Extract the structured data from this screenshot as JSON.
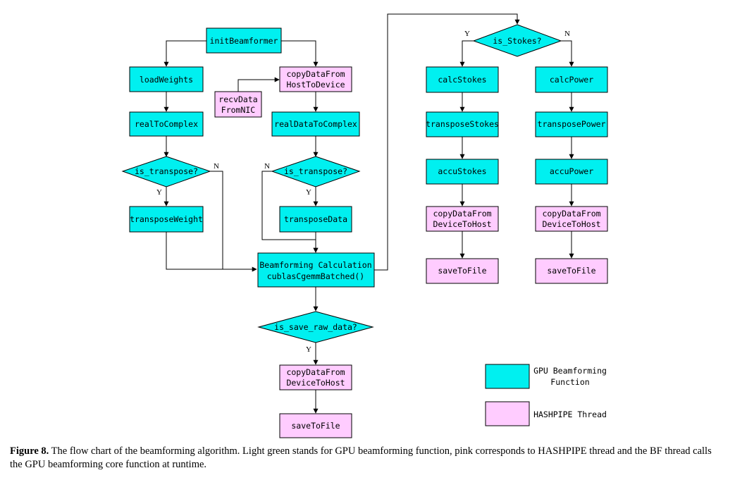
{
  "colors": {
    "gpu": "#00F0F0",
    "thread": "#FFCCFF",
    "stroke": "#000000"
  },
  "nodes": {
    "init_beamformer": "initBeamformer",
    "load_weights": "loadWeights",
    "copy_data_from_host_1": "copyDataFrom",
    "copy_data_from_host_2": "HostToDevice",
    "recv_data_1": "recvData",
    "recv_data_2": "FromNIC",
    "real_to_complex": "realToComplex",
    "real_data_to_complex": "realDataToComplex",
    "is_transpose_left": "is_transpose?",
    "is_transpose_right": "is_transpose?",
    "transpose_weight": "transposeWeight",
    "transpose_data": "transposeData",
    "beamforming_1": "Beamforming Calculation",
    "beamforming_2": "cublasCgemmBatched()",
    "is_save_raw_data": "is_save_raw_data?",
    "copy_to_host_raw_1": "copyDataFrom",
    "copy_to_host_raw_2": "DeviceToHost",
    "save_raw": "saveToFile",
    "is_stokes": "is_Stokes?",
    "calc_stokes": "calcStokes",
    "calc_power": "calcPower",
    "transpose_stokes": "transposeStokes",
    "transpose_power": "transposePower",
    "accu_stokes": "accuStokes",
    "accu_power": "accuPower",
    "copy_stokes_1": "copyDataFrom",
    "copy_stokes_2": "DeviceToHost",
    "copy_power_1": "copyDataFrom",
    "copy_power_2": "DeviceToHost",
    "save_stokes": "saveToFile",
    "save_power": "saveToFile"
  },
  "branches": {
    "yes": "Y",
    "no": "N"
  },
  "legend": {
    "gpu_line1": "GPU Beamforming",
    "gpu_line2": "Function",
    "thread": "HASHPIPE Thread"
  },
  "caption": {
    "label": "Figure 8.",
    "text": " The flow chart of the beamforming algorithm. Light green stands for GPU beamforming function, pink corresponds to HASHPIPE thread and the BF thread calls the GPU beamforming core function at runtime."
  }
}
